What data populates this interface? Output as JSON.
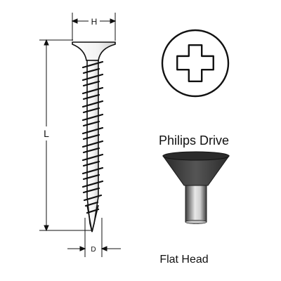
{
  "dimensions": {
    "head_width": "H",
    "length": "L",
    "diameter": "D"
  },
  "labels": {
    "drive": "Philips Drive",
    "head": "Flat Head"
  },
  "icons": {
    "screw": "wood-screw-icon",
    "drive": "phillips-cross-recess-icon",
    "head": "flat-countersunk-head-icon"
  },
  "colors": {
    "line": "#111111",
    "head_top": "#2b2b2b",
    "head_side": "#444444"
  }
}
